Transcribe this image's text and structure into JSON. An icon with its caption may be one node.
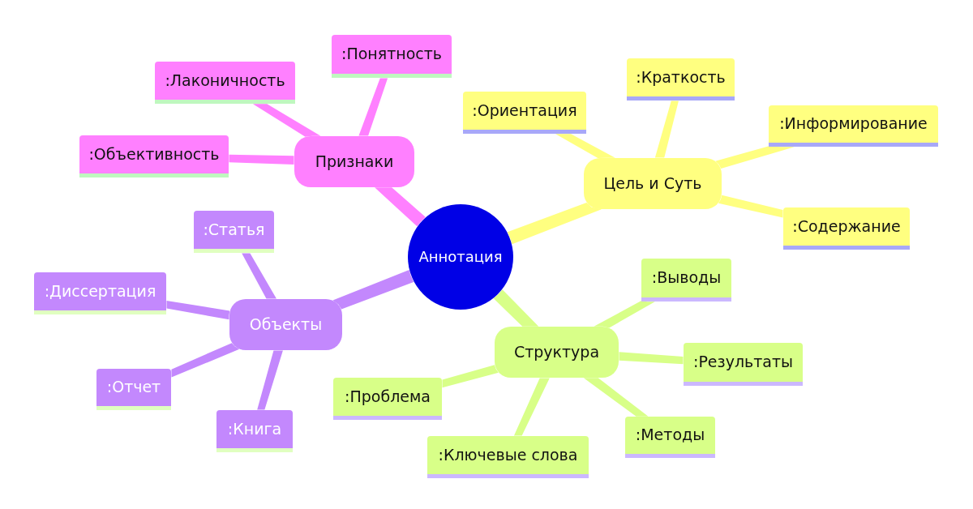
{
  "diagram": {
    "nodes": [
      {
        "text": [
          "Аннотация"
        ]
      },
      {
        "text": [
          "Признаки"
        ]
      },
      {
        "text": [
          ":Понятность"
        ]
      },
      {
        "text": [
          ":Лаконичность"
        ]
      },
      {
        "text": [
          ":Объективность"
        ]
      },
      {
        "text": [
          "Цель и Суть"
        ]
      },
      {
        "text": [
          ":Ориентация"
        ]
      },
      {
        "text": [
          ":Краткость"
        ]
      },
      {
        "text": [
          ":Информирование"
        ]
      },
      {
        "text": [
          ":Содержание"
        ]
      },
      {
        "text": [
          "Объекты"
        ]
      },
      {
        "text": [
          ":Статья"
        ]
      },
      {
        "text": [
          ":Диссертация"
        ]
      },
      {
        "text": [
          ":Отчет"
        ]
      },
      {
        "text": [
          ":Книга"
        ]
      },
      {
        "text": [
          "Структура"
        ]
      },
      {
        "text": [
          ":Выводы"
        ]
      },
      {
        "text": [
          ":Результаты"
        ]
      },
      {
        "text": [
          ":Проблема"
        ]
      },
      {
        "text": [
          ":Ключевые слова"
        ]
      },
      {
        "text": [
          ":Методы"
        ]
      }
    ],
    "edges": [
      {
        "from": 0,
        "to": 1,
        "arrow": "none",
        "color": "#ff80ff"
      },
      {
        "from": 1,
        "to": 2,
        "arrow": "none",
        "color": "#ff80ff"
      },
      {
        "from": 1,
        "to": 3,
        "arrow": "none",
        "color": "#ff80ff"
      },
      {
        "from": 1,
        "to": 4,
        "arrow": "none",
        "color": "#ff80ff"
      },
      {
        "from": 0,
        "to": 5,
        "arrow": "none",
        "color": "#ffff80"
      },
      {
        "from": 5,
        "to": 6,
        "arrow": "none",
        "color": "#ffff80"
      },
      {
        "from": 5,
        "to": 7,
        "arrow": "none",
        "color": "#ffff80"
      },
      {
        "from": 5,
        "to": 8,
        "arrow": "none",
        "color": "#ffff80"
      },
      {
        "from": 5,
        "to": 9,
        "arrow": "none",
        "color": "#ffff80"
      },
      {
        "from": 0,
        "to": 10,
        "arrow": "none",
        "color": "#c388fd"
      },
      {
        "from": 10,
        "to": 11,
        "arrow": "none",
        "color": "#c388fd"
      },
      {
        "from": 10,
        "to": 12,
        "arrow": "none",
        "color": "#c388fd"
      },
      {
        "from": 10,
        "to": 13,
        "arrow": "none",
        "color": "#c388fd"
      },
      {
        "from": 10,
        "to": 14,
        "arrow": "none",
        "color": "#c388fd"
      },
      {
        "from": 0,
        "to": 15,
        "arrow": "none",
        "color": "#d8ff88"
      },
      {
        "from": 15,
        "to": 16,
        "arrow": "none",
        "color": "#d8ff88"
      },
      {
        "from": 15,
        "to": 17,
        "arrow": "none",
        "color": "#d8ff88"
      },
      {
        "from": 15,
        "to": 18,
        "arrow": "none",
        "color": "#d8ff88"
      },
      {
        "from": 15,
        "to": 19,
        "arrow": "none",
        "color": "#d8ff88"
      },
      {
        "from": 15,
        "to": 20,
        "arrow": "none",
        "color": "#d8ff88"
      }
    ]
  }
}
